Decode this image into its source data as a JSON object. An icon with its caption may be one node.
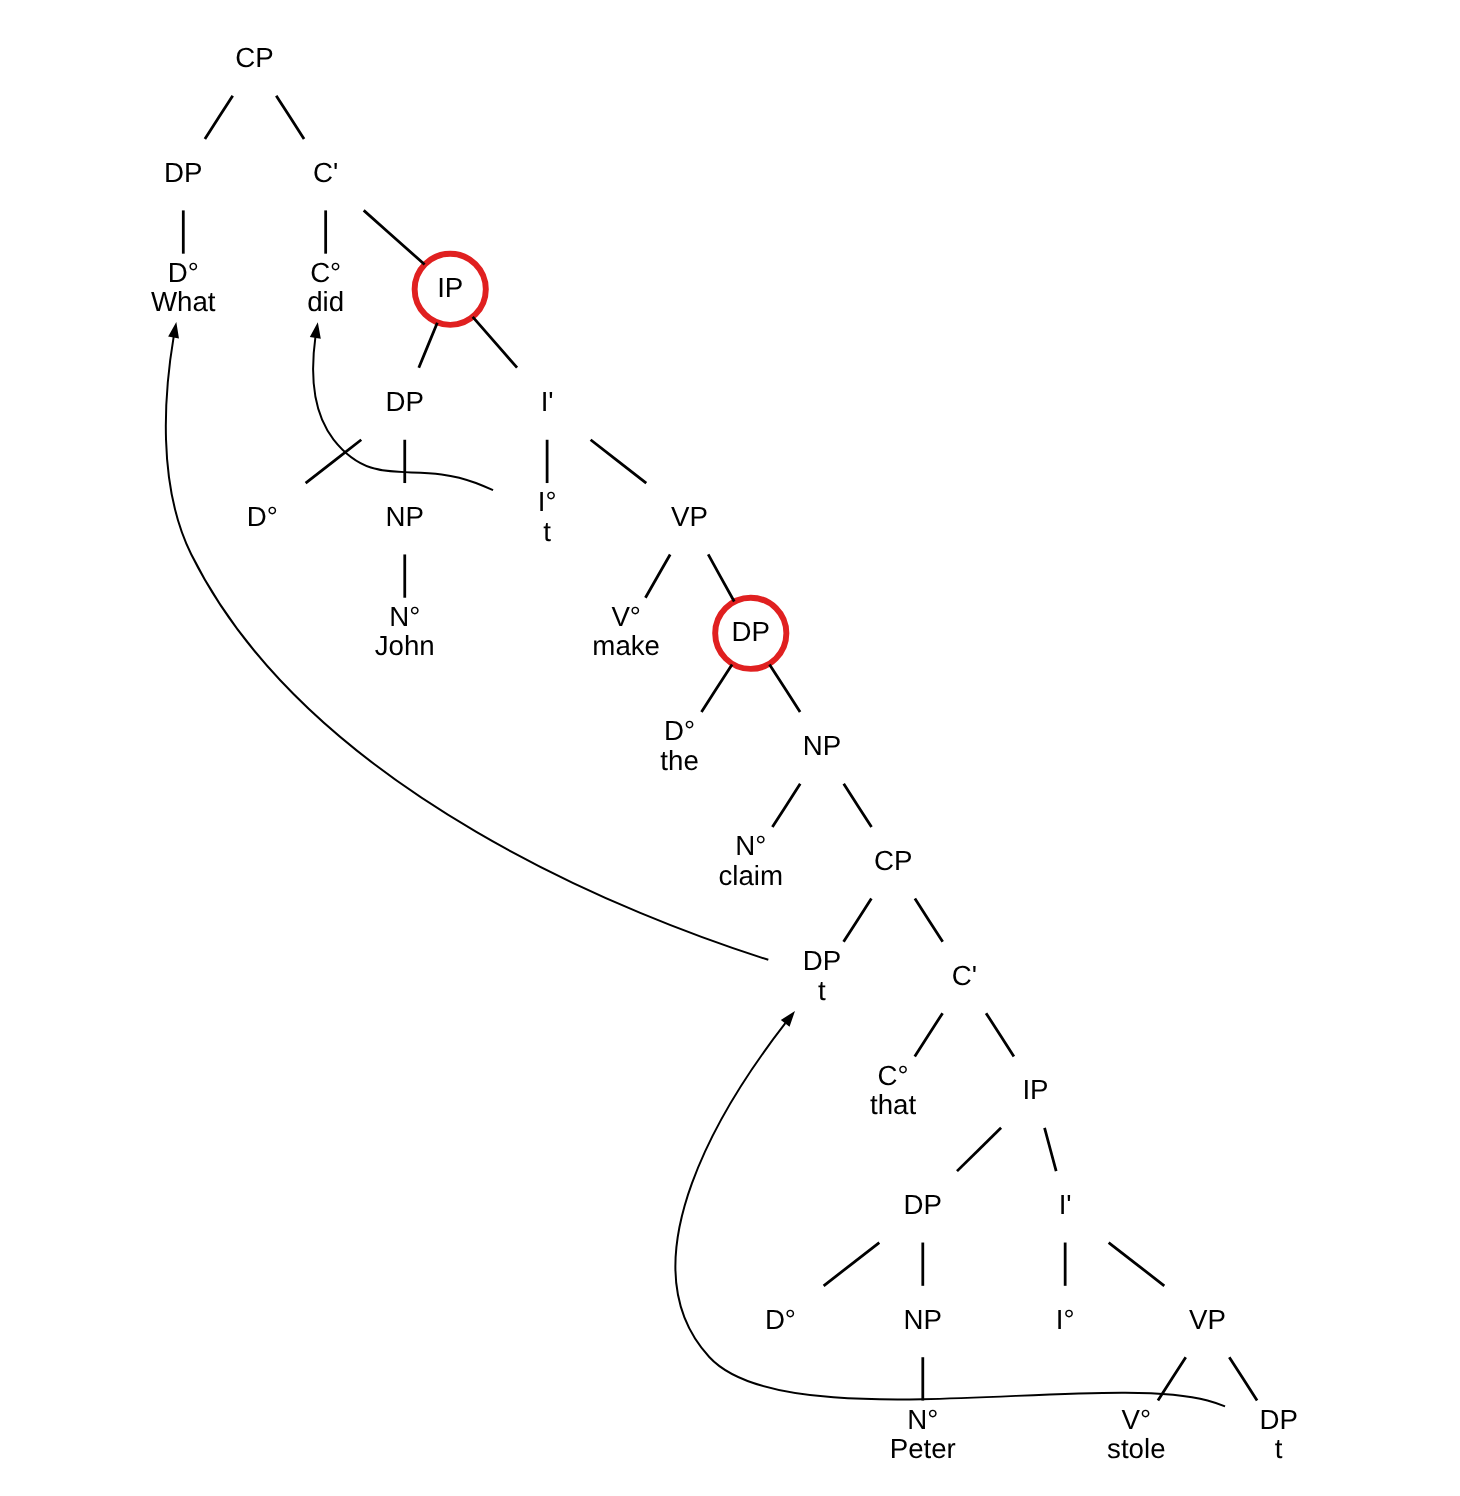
{
  "diagram": {
    "nodes": [
      {
        "text": [
          "CP"
        ]
      },
      {
        "text": [
          "DP"
        ]
      },
      {
        "text": [
          "D°",
          "What"
        ]
      },
      {
        "text": [
          "C'"
        ]
      },
      {
        "text": [
          "C°",
          "did"
        ]
      },
      {
        "text": [
          "IP"
        ]
      },
      {
        "text": [
          "DP"
        ]
      },
      {
        "text": [
          "D°"
        ]
      },
      {
        "text": [
          "NP"
        ]
      },
      {
        "text": [
          "N°",
          "John"
        ]
      },
      {
        "text": [
          "I'"
        ]
      },
      {
        "text": [
          "I°",
          "t"
        ]
      },
      {
        "text": [
          "VP"
        ]
      },
      {
        "text": [
          "V°",
          "make"
        ]
      },
      {
        "text": [
          "DP"
        ]
      },
      {
        "text": [
          "D°",
          "the"
        ]
      },
      {
        "text": [
          "NP"
        ]
      },
      {
        "text": [
          "N°",
          "claim"
        ]
      },
      {
        "text": [
          "CP"
        ]
      },
      {
        "text": [
          "DP",
          "t"
        ]
      },
      {
        "text": [
          "C'"
        ]
      },
      {
        "text": [
          "C°",
          "that"
        ]
      },
      {
        "text": [
          "IP"
        ]
      },
      {
        "text": [
          "DP"
        ]
      },
      {
        "text": [
          "D°"
        ]
      },
      {
        "text": [
          "NP"
        ]
      },
      {
        "text": [
          "N°",
          "Peter"
        ]
      },
      {
        "text": [
          "I'"
        ]
      },
      {
        "text": [
          "I°"
        ]
      },
      {
        "text": [
          "VP"
        ]
      },
      {
        "text": [
          "V°",
          "stole"
        ]
      },
      {
        "text": [
          "DP",
          "t"
        ]
      }
    ],
    "edges": [
      {
        "from": 0,
        "to": 1,
        "arrow": "none"
      },
      {
        "from": 1,
        "to": 2,
        "arrow": "none"
      },
      {
        "from": 0,
        "to": 3,
        "arrow": "none"
      },
      {
        "from": 3,
        "to": 4,
        "arrow": "none"
      },
      {
        "from": 3,
        "to": 5,
        "arrow": "none"
      },
      {
        "from": 5,
        "to": 6,
        "arrow": "none"
      },
      {
        "from": 6,
        "to": 7,
        "arrow": "none"
      },
      {
        "from": 6,
        "to": 8,
        "arrow": "none"
      },
      {
        "from": 8,
        "to": 9,
        "arrow": "none"
      },
      {
        "from": 5,
        "to": 10,
        "arrow": "none"
      },
      {
        "from": 10,
        "to": 11,
        "arrow": "none"
      },
      {
        "from": 10,
        "to": 12,
        "arrow": "none"
      },
      {
        "from": 12,
        "to": 13,
        "arrow": "none"
      },
      {
        "from": 12,
        "to": 14,
        "arrow": "none"
      },
      {
        "from": 14,
        "to": 15,
        "arrow": "none"
      },
      {
        "from": 14,
        "to": 16,
        "arrow": "none"
      },
      {
        "from": 16,
        "to": 17,
        "arrow": "none"
      },
      {
        "from": 16,
        "to": 18,
        "arrow": "none"
      },
      {
        "from": 18,
        "to": 19,
        "arrow": "none"
      },
      {
        "from": 18,
        "to": 20,
        "arrow": "none"
      },
      {
        "from": 20,
        "to": 21,
        "arrow": "none"
      },
      {
        "from": 20,
        "to": 22,
        "arrow": "none"
      },
      {
        "from": 22,
        "to": 23,
        "arrow": "none"
      },
      {
        "from": 23,
        "to": 24,
        "arrow": "none"
      },
      {
        "from": 23,
        "to": 25,
        "arrow": "none"
      },
      {
        "from": 25,
        "to": 26,
        "arrow": "none"
      },
      {
        "from": 22,
        "to": 27,
        "arrow": "none"
      },
      {
        "from": 27,
        "to": 28,
        "arrow": "none"
      },
      {
        "from": 27,
        "to": 29,
        "arrow": "none"
      },
      {
        "from": 29,
        "to": 30,
        "arrow": "none"
      },
      {
        "from": 29,
        "to": 31,
        "arrow": "none"
      },
      {
        "from": 11,
        "to": 4,
        "arrow": "to"
      },
      {
        "from": 19,
        "to": 2,
        "arrow": "to"
      },
      {
        "from": 31,
        "to": 19,
        "arrow": "to"
      }
    ]
  }
}
